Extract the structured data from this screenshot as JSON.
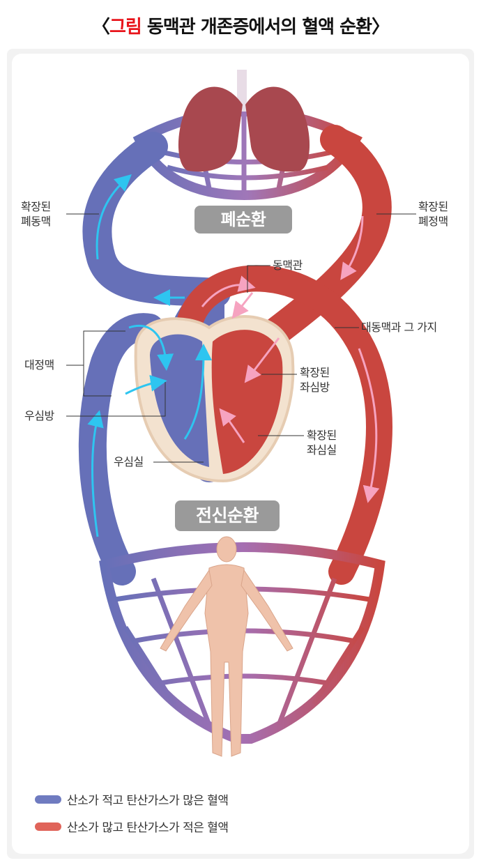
{
  "title": {
    "open": "〈",
    "highlight": "그림",
    "text": " 동맥관 개존증에서의 혈액 순환",
    "close": "〉"
  },
  "badges": {
    "pulmonary": "폐순환",
    "systemic": "전신순환"
  },
  "labels": {
    "pulmonary_artery": [
      "확장된",
      "폐동맥"
    ],
    "pulmonary_vein": [
      "확장된",
      "폐정맥"
    ],
    "ductus": "동맥관",
    "aorta": "대동맥과 그 가지",
    "vena_cava": "대정맥",
    "right_atrium": "우심방",
    "right_ventricle": "우심실",
    "left_atrium": [
      "확장된",
      "좌심방"
    ],
    "left_ventricle": [
      "확장된",
      "좌심실"
    ]
  },
  "legend": [
    {
      "label": "산소가 적고 탄산가스가 많은 혈액",
      "color": "#6f7bc0"
    },
    {
      "label": "산소가 많고 탄산가스가 적은 혈액",
      "color": "#e0645a"
    }
  ],
  "colors": {
    "blue": "#6670b8",
    "red": "#c9463f",
    "arrow_blue": "#2ec5f0",
    "arrow_pink": "#f6a3c0"
  }
}
